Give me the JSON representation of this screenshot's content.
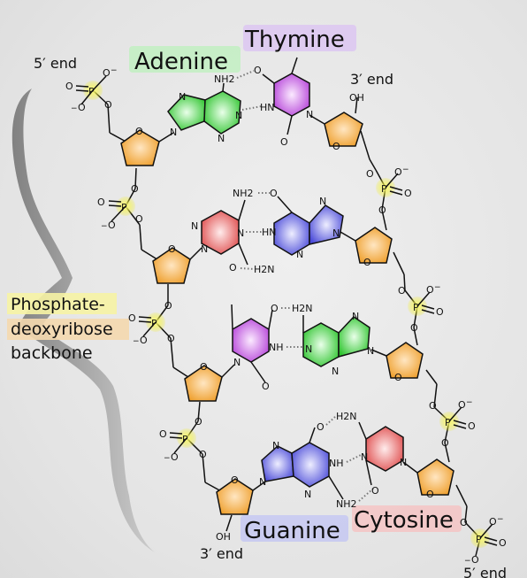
{
  "labels": {
    "adenine": "Adenine",
    "thymine": "Thymine",
    "guanine": "Guanine",
    "cytosine": "Cytosine",
    "five_prime_top": "5′ end",
    "three_prime_top": "3′ end",
    "three_prime_bottom": "3′ end",
    "five_prime_bottom": "5′ end",
    "backbone_1": "Phosphate-",
    "backbone_2": "deoxyribose",
    "backbone_3": "backbone"
  },
  "atoms": {
    "P": "P",
    "O": "O",
    "O_minus": "O",
    "minus": "−",
    "N": "N",
    "NH": "NH",
    "HN": "HN",
    "NH2": "NH2",
    "H2N": "H2N",
    "OH": "OH"
  },
  "colors": {
    "adenine": "#3ad43a",
    "thymine": "#c050e0",
    "guanine": "#5a5ae0",
    "cytosine": "#e85a5a",
    "sugar": "#f0a030",
    "phosphate": "#f4f020",
    "brace": "#8a8a8a"
  }
}
